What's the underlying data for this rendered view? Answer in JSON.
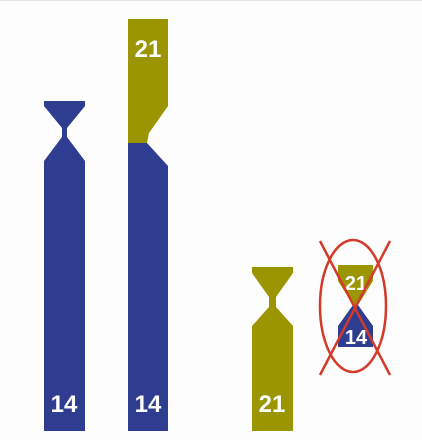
{
  "colors": {
    "chr14": "#2e3d8f",
    "chr21": "#9a9500",
    "strike": "#d23a2a",
    "background": "#fdfdfd"
  },
  "chromosomes": [
    {
      "id": "normal-14",
      "label": "14"
    },
    {
      "id": "translocation-14-21",
      "label_top": "21",
      "label_bottom": "14"
    },
    {
      "id": "normal-21",
      "label": "21"
    },
    {
      "id": "lost-reciprocal",
      "label_top": "21",
      "label_bottom": "14",
      "crossed_out": true
    }
  ]
}
